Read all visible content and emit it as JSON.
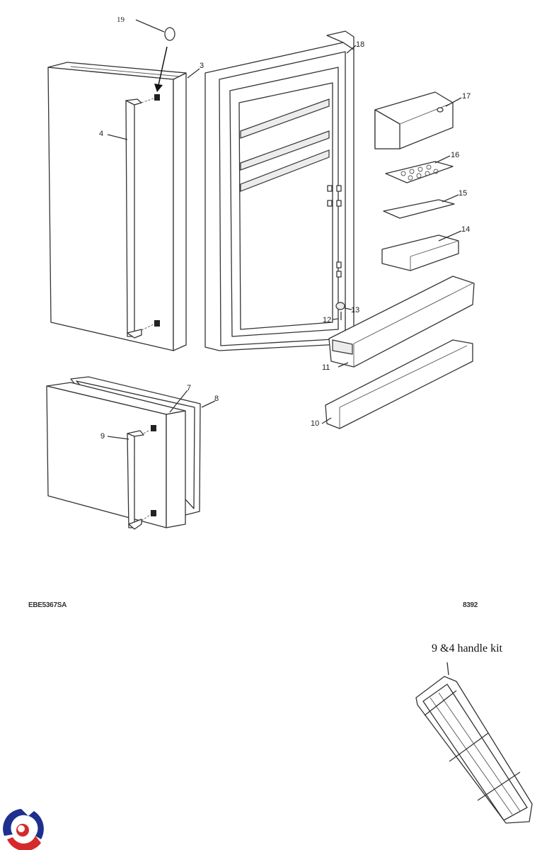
{
  "callouts": {
    "c19": "19",
    "c3": "3",
    "c18": "18",
    "c4": "4",
    "c17": "17",
    "c16": "16",
    "c15": "15",
    "c14": "14",
    "c13": "13",
    "c12": "12",
    "c11": "11",
    "c7": "7",
    "c8": "8",
    "c9": "9",
    "c10": "10"
  },
  "footer": {
    "model": "EBE5367SA",
    "code": "8392"
  },
  "kit_label": "9 &4 handle kit",
  "colors": {
    "logo_blue": "#1f2f8f",
    "logo_red": "#d42a2a"
  }
}
